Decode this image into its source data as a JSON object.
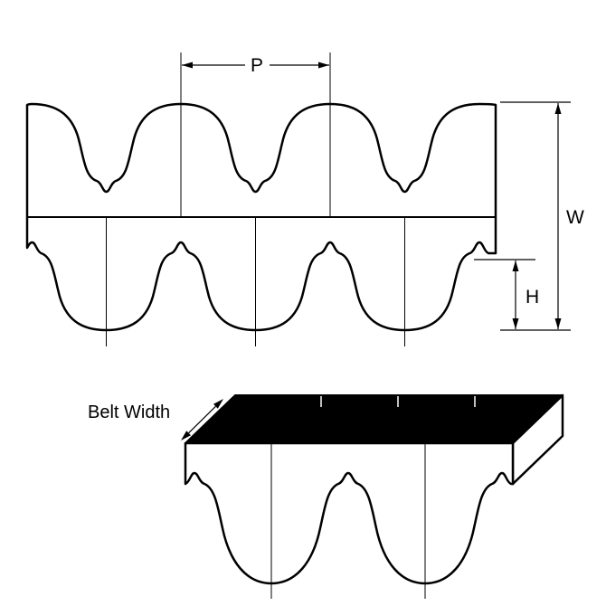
{
  "labels": {
    "pitch": "P",
    "overall_thickness": "W",
    "tooth_height": "H",
    "belt_width": "Belt Width"
  },
  "colors": {
    "line": "#000000",
    "belt_fill": "#ffffff",
    "belt_top_surface": "#000000",
    "background": "#ffffff"
  }
}
